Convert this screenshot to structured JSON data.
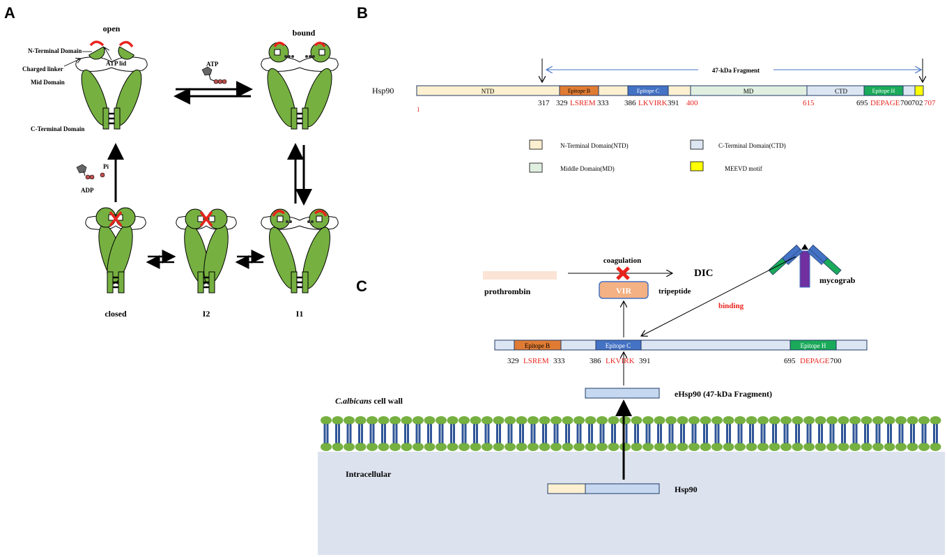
{
  "panels": {
    "a": "A",
    "b": "B",
    "c": "C"
  },
  "panel_a": {
    "states": {
      "open": "open",
      "bound": "bound",
      "closed": "closed",
      "i2": "I2",
      "i1": "I1"
    },
    "domains": {
      "n_terminal": "N-Terminal Domain",
      "atp_lid": "ATP lid",
      "charged_linker": "Charged linker",
      "mid": "Mid Domain",
      "c_terminal": "C-Terminal Domain"
    },
    "molecules": {
      "atp": "ATP",
      "adp": "ADP",
      "pi": "Pi"
    }
  },
  "panel_b": {
    "protein": "Hsp90",
    "fragment": "47-kDa Fragment",
    "segments": {
      "ntd": "NTD",
      "md": "MD",
      "ctd": "CTD",
      "epi_b": "Epitope B",
      "epi_c": "Epitope C",
      "epi_h": "Epitope H"
    },
    "positions": {
      "p1": "1",
      "p317": "317",
      "p329": "329",
      "p333": "333",
      "p386": "386",
      "p391": "391",
      "p400": "400",
      "p615": "615",
      "p695": "695",
      "p700": "700",
      "p702": "702",
      "p707": "707"
    },
    "sequences": {
      "b": "LSREM",
      "c": "LKVIRK",
      "h": "DEPAGE"
    },
    "legend": {
      "ntd": "N-Terminal Domain(NTD)",
      "ctd": "C-Terminal Domain(CTD)",
      "md": "Middle Domain(MD)",
      "meevd": "MEEVD motif"
    },
    "colors": {
      "ntd": "#fdf0d0",
      "md": "#e0efe0",
      "ctd": "#dce6f2",
      "meevd": "#ffff00",
      "epi_b": "#e07b33",
      "epi_c": "#4472c4",
      "epi_h": "#1aaa5a"
    }
  },
  "panel_c": {
    "coagulation": "coagulation",
    "dic": "DIC",
    "prothrombin": "prothrombin",
    "vir": "VIR",
    "tripeptide": "tripeptide",
    "mycograb": "mycograb",
    "binding": "binding",
    "epi_b": "Epitope B",
    "epi_c": "Epitope C",
    "epi_h": "Epitope H",
    "pos": {
      "p329": "329",
      "p333": "333",
      "p386": "386",
      "p391": "391",
      "p695": "695",
      "p700": "700"
    },
    "seq": {
      "b": "LSREM",
      "c": "LKVIRK",
      "h": "DEPAGE"
    },
    "ehsp90": "eHsp90 (47-kDa Fragment)",
    "cell_wall_italic": "C.albicans",
    "cell_wall_rest": " cell wall",
    "intracellular": "Intracellular",
    "hsp90": "Hsp90"
  }
}
